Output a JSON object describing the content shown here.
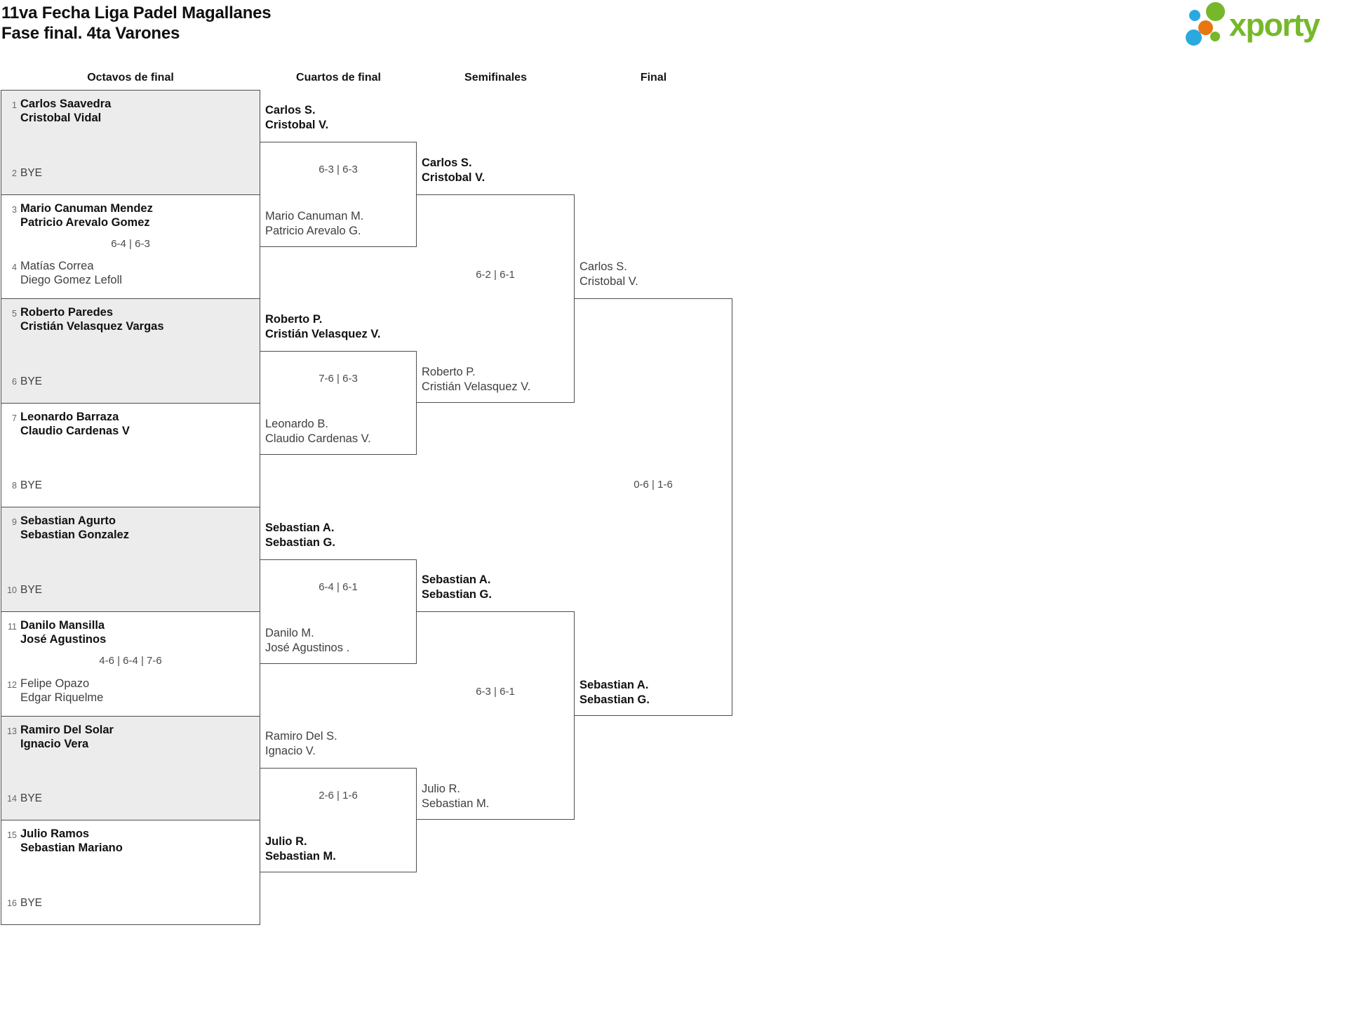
{
  "page": {
    "title_line1": "11va Fecha Liga Padel Magallanes",
    "title_line2": "Fase final. 4ta Varones",
    "logo_text": "xporty"
  },
  "columns": {
    "octavos": "Octavos de final",
    "cuartos": "Cuartos de final",
    "semis": "Semifinales",
    "final": "Final"
  },
  "colors": {
    "logo_green": "#76b82a",
    "logo_blue": "#2aa9e0",
    "logo_orange": "#e87711",
    "box_fill_gray": "#ececec",
    "line": "#4d4d4d"
  },
  "octavos": [
    {
      "seed_top": "1",
      "top_p1": "Carlos Saavedra",
      "top_p2": "Cristobal Vidal",
      "seed_bottom": "2",
      "bye": "BYE"
    },
    {
      "seed_top": "3",
      "top_p1": "Mario Canuman Mendez",
      "top_p2": "Patricio Arevalo Gomez",
      "score": "6-4 | 6-3",
      "seed_bottom": "4",
      "bottom_p1": "Matías Correa",
      "bottom_p2": "Diego Gomez Lefoll"
    },
    {
      "seed_top": "5",
      "top_p1": "Roberto Paredes",
      "top_p2": "Cristián Velasquez Vargas",
      "seed_bottom": "6",
      "bye": "BYE"
    },
    {
      "seed_top": "7",
      "top_p1": "Leonardo Barraza",
      "top_p2": "Claudio Cardenas V",
      "seed_bottom": "8",
      "bye": "BYE"
    },
    {
      "seed_top": "9",
      "top_p1": "Sebastian Agurto",
      "top_p2": "Sebastian Gonzalez",
      "seed_bottom": "10",
      "bye": "BYE"
    },
    {
      "seed_top": "11",
      "top_p1": "Danilo Mansilla",
      "top_p2": "José Agustinos",
      "score": "4-6 | 6-4 | 7-6",
      "seed_bottom": "12",
      "bottom_p1": "Felipe Opazo",
      "bottom_p2": "Edgar Riquelme"
    },
    {
      "seed_top": "13",
      "top_p1": "Ramiro Del Solar",
      "top_p2": "Ignacio Vera",
      "seed_bottom": "14",
      "bye": "BYE"
    },
    {
      "seed_top": "15",
      "top_p1": "Julio Ramos",
      "top_p2": "Sebastian Mariano",
      "seed_bottom": "16",
      "bye": "BYE"
    }
  ],
  "cuartos": [
    {
      "top_p1": "Carlos S.",
      "top_p2": "Cristobal V.",
      "score": "6-3 | 6-3",
      "bottom_p1": "Mario Canuman M.",
      "bottom_p2": "Patricio Arevalo G."
    },
    {
      "top_p1": "Roberto P.",
      "top_p2": "Cristián Velasquez V.",
      "score": "7-6 | 6-3",
      "bottom_p1": "Leonardo B.",
      "bottom_p2": "Claudio Cardenas V."
    },
    {
      "top_p1": "Sebastian A.",
      "top_p2": "Sebastian G.",
      "score": "6-4 | 6-1",
      "bottom_p1": "Danilo M.",
      "bottom_p2": "José Agustinos ."
    },
    {
      "top_p1": "Ramiro Del S.",
      "top_p2": "Ignacio V.",
      "score": "2-6 | 1-6",
      "bottom_p1": "Julio R.",
      "bottom_p2": "Sebastian M."
    }
  ],
  "semifinales": [
    {
      "top_p1": "Carlos S.",
      "top_p2": "Cristobal V.",
      "score": "6-2 | 6-1",
      "bottom_p1": "Roberto P.",
      "bottom_p2": "Cristián Velasquez V."
    },
    {
      "top_p1": "Sebastian A.",
      "top_p2": "Sebastian G.",
      "score": "6-3 | 6-1",
      "bottom_p1": "Julio R.",
      "bottom_p2": "Sebastian M."
    }
  ],
  "final": {
    "top_p1": "Carlos S.",
    "top_p2": "Cristobal V.",
    "score": "0-6 | 1-6",
    "bottom_p1": "Sebastian A.",
    "bottom_p2": "Sebastian G."
  }
}
